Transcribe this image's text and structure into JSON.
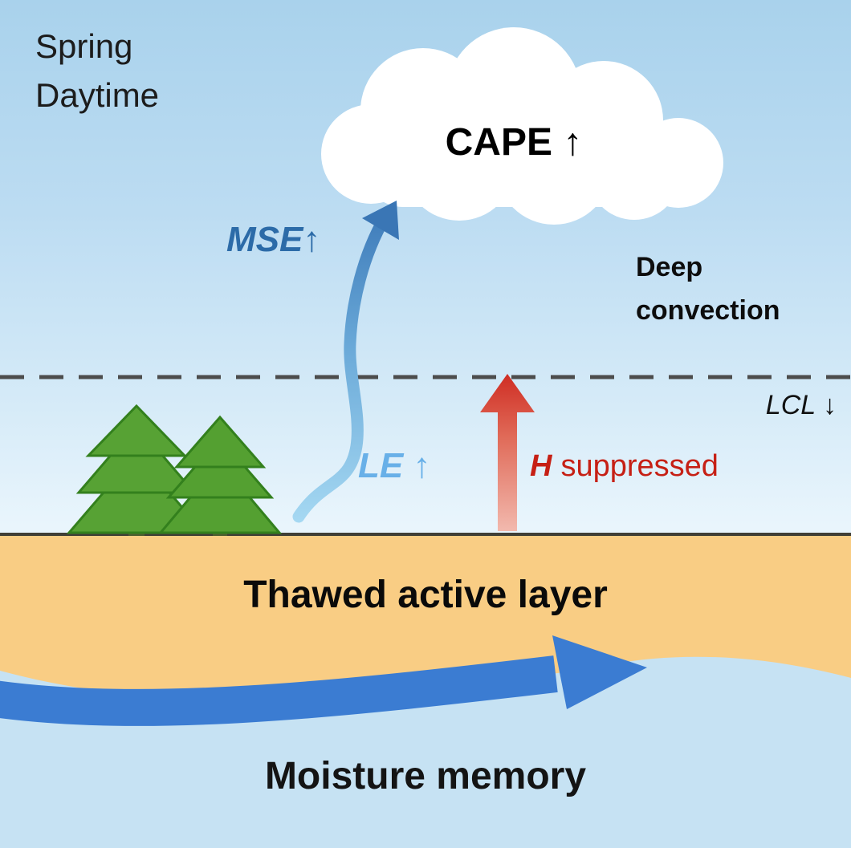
{
  "labels": {
    "spring": "Spring",
    "daytime": "Daytime",
    "cape": "CAPE ↑",
    "deep_line1": "Deep",
    "deep_line2": "convection",
    "lcl": "LCL ↓",
    "mse": "MSE↑",
    "le": "LE ↑",
    "h": "H",
    "h_suffix": "suppressed",
    "active_layer": "Thawed active layer",
    "moisture": "Moisture memory"
  },
  "colors": {
    "sky_top": "#a9d2ec",
    "sky_bottom": "#eef7fd",
    "cloud": "#ffffff",
    "ground": "#f9cd84",
    "ground_line": "#403f36",
    "subsurface_water": "#c6e2f3",
    "moisture_arrow_blue": "#3b7cd2",
    "mse_arrow_top": "#3c79b8",
    "mse_arrow_bottom": "#a5d8f2",
    "heat_arrow_top": "#cf2d23",
    "heat_arrow_bottom": "#f2b9ae",
    "tree_green": "#57a234",
    "tree_outline": "#33801d",
    "trunk": "#4d5e30",
    "dashed_line": "#4c4c4c",
    "mse_text": "#2c6ba8",
    "le_text": "#68b0e8",
    "heat_text": "#c62015"
  }
}
